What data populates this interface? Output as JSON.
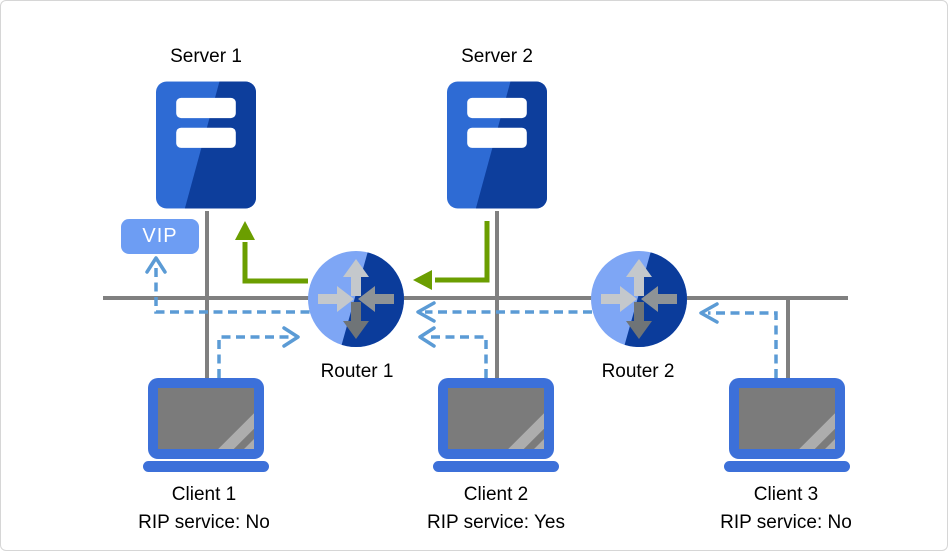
{
  "nodes": {
    "server1": {
      "label": "Server 1"
    },
    "server2": {
      "label": "Server 2"
    },
    "router1": {
      "label": "Router 1"
    },
    "router2": {
      "label": "Router 2"
    },
    "client1": {
      "label": "Client 1",
      "rip": "RIP service: No"
    },
    "client2": {
      "label": "Client 2",
      "rip": "RIP service: Yes"
    },
    "client3": {
      "label": "Client 3",
      "rip": "RIP service: No"
    },
    "vip": {
      "label": "VIP"
    }
  },
  "flows": {
    "dashed_blue_paths": [
      "Client 1 -> Router 1",
      "Client 2 -> Router 1",
      "Client 3 -> Router 2",
      "Router 2 -> Router 1",
      "Router 1 -> VIP"
    ],
    "solid_green_paths": [
      "Server 2 -> Router 1",
      "Router 1 -> Server 1"
    ]
  },
  "icons": {
    "server": "server-icon",
    "router": "router-icon",
    "client": "laptop-icon"
  },
  "colors": {
    "server_blue": "#2E6BD4",
    "server_dark_blue": "#0D3E9C",
    "router_light_blue": "#7EA6F5",
    "router_dark_blue": "#0B3C9B",
    "laptop_blue": "#3C70D9",
    "laptop_screen_gray": "#7B7B7B",
    "vip_badge_blue": "#6D9DF3",
    "dashed_arrow_blue": "#5B9BD5",
    "solid_arrow_green": "#6B9E00",
    "link_line_gray": "#808080",
    "label_text": "#000000"
  }
}
